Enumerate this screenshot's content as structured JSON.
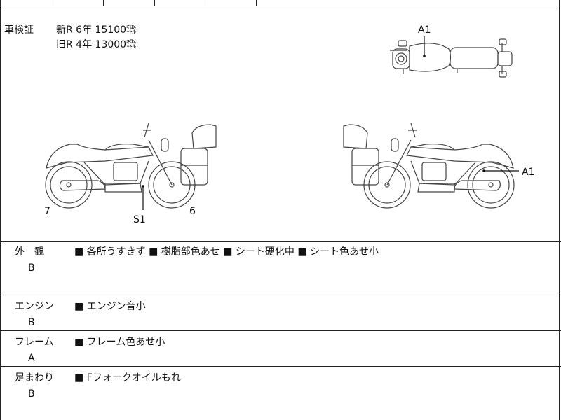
{
  "header": {
    "cert_label": "車検証",
    "new_line": "新R  6年   15100㌖",
    "old_line": "旧R  4年   13000㌖"
  },
  "diagram": {
    "top_label": "A1",
    "left_labels": [
      "7",
      "S1",
      "6"
    ],
    "right_label": "A1"
  },
  "sections": [
    {
      "name": "外　観",
      "grade": "B",
      "notes": "■ 各所うすきず ■ 樹脂部色あせ ■ シート硬化中 ■ シート色あせ小"
    },
    {
      "name": "エンジン",
      "grade": "B",
      "notes": "■ エンジン音小"
    },
    {
      "name": "フレーム",
      "grade": "A",
      "notes": "■ フレーム色あせ小"
    },
    {
      "name": "足まわり",
      "grade": "B",
      "notes": "■ Fフォークオイルもれ"
    }
  ]
}
